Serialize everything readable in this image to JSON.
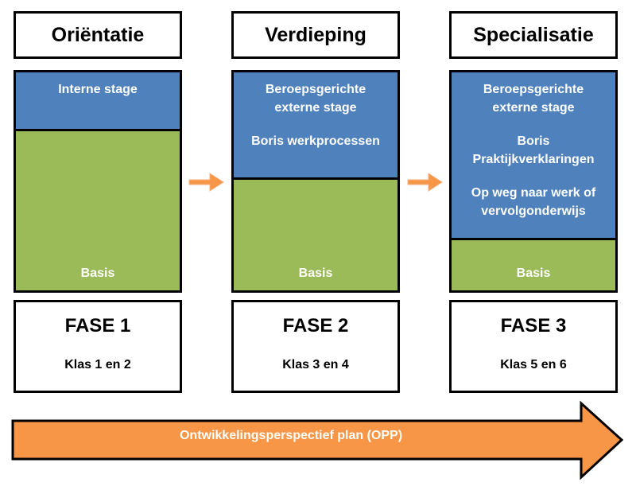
{
  "phases": [
    {
      "title": "Oriëntatie",
      "blue_items": [
        "Interne stage"
      ],
      "base_label": "Basis",
      "fase": "FASE 1",
      "klas": "Klas 1 en 2"
    },
    {
      "title": "Verdieping",
      "blue_items": [
        "Beroepsgerichte externe stage",
        "Boris werkprocessen"
      ],
      "base_label": "Basis",
      "fase": "FASE 2",
      "klas": "Klas 3 en 4"
    },
    {
      "title": "Specialisatie",
      "blue_items": [
        "Beroepsgerichte externe stage",
        "Boris Praktijkverklaringen",
        "Op weg naar werk of vervolgonderwijs"
      ],
      "base_label": "Basis",
      "fase": "FASE 3",
      "klas": "Klas 5 en 6"
    }
  ],
  "opp_label": "Ontwikkelingsperspectief plan (OPP)",
  "colors": {
    "blue": "#4f81bd",
    "green": "#9bbb59",
    "orange": "#f79646",
    "border": "#000000"
  },
  "icons": [
    "arrow-right-icon",
    "large-arrow-right-icon"
  ]
}
